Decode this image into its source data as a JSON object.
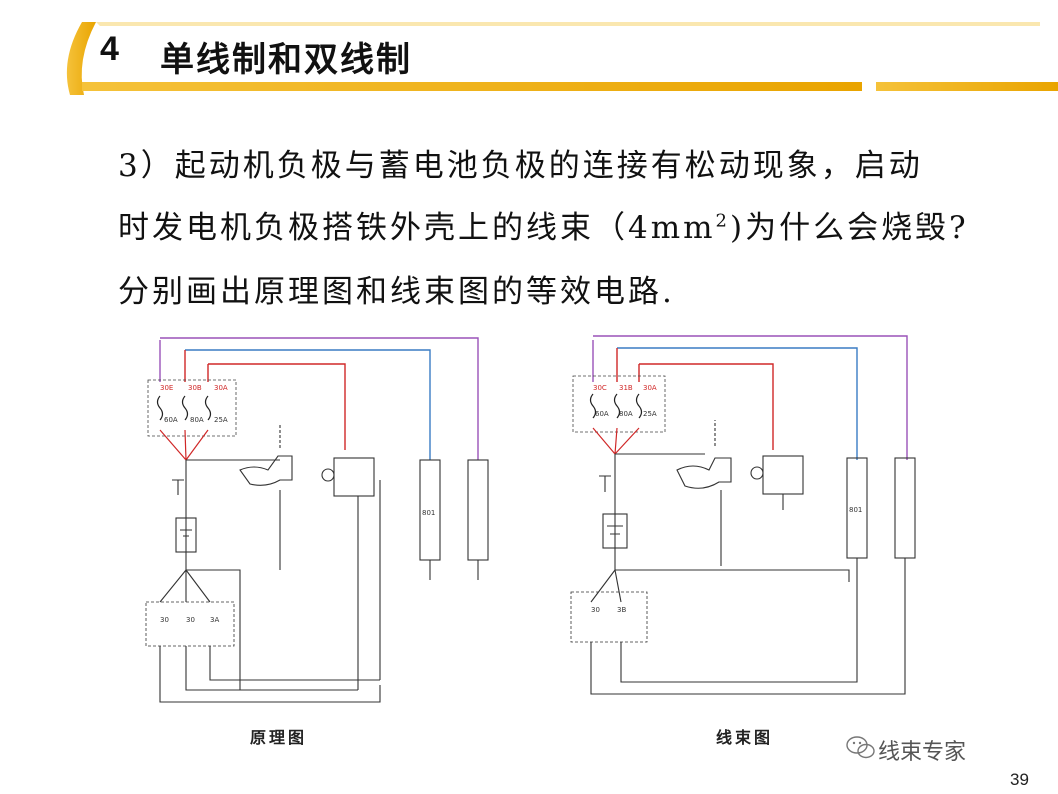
{
  "header": {
    "number": "4",
    "title": "单线制和双线制"
  },
  "body": {
    "line1": "3）起动机负极与蓄电池负极的连接有松动现象，启动",
    "line2_pre": "时发电机负极搭铁外壳上的线束（4mm",
    "line2_sup": "2",
    "line2_post": ")为什么会烧毁?",
    "line3": "分别画出原理图和线束图的等效电路."
  },
  "diagrams": {
    "left_caption": "原理图",
    "right_caption": "线束图",
    "left": {
      "fuses_top": [
        "30E",
        "30B",
        "30A"
      ],
      "fuse_ratings": [
        "60A",
        "80A",
        "25A"
      ],
      "fuses_bottom": [
        "30",
        "30",
        "3A"
      ],
      "box_801": "801"
    },
    "right": {
      "fuses_top": [
        "30C",
        "31B",
        "30A"
      ],
      "fuse_ratings": [
        "60A",
        "80A",
        "25A"
      ],
      "fuses_bottom": [
        "30",
        "3B"
      ],
      "box_801": "801"
    }
  },
  "watermark": "线束专家",
  "page_number": "39",
  "colors": {
    "header_gold": "#f2b400",
    "wire_purple": "#9a52b8",
    "wire_blue": "#3a7cc4",
    "wire_red": "#d02828",
    "wire_dark": "#333333"
  }
}
